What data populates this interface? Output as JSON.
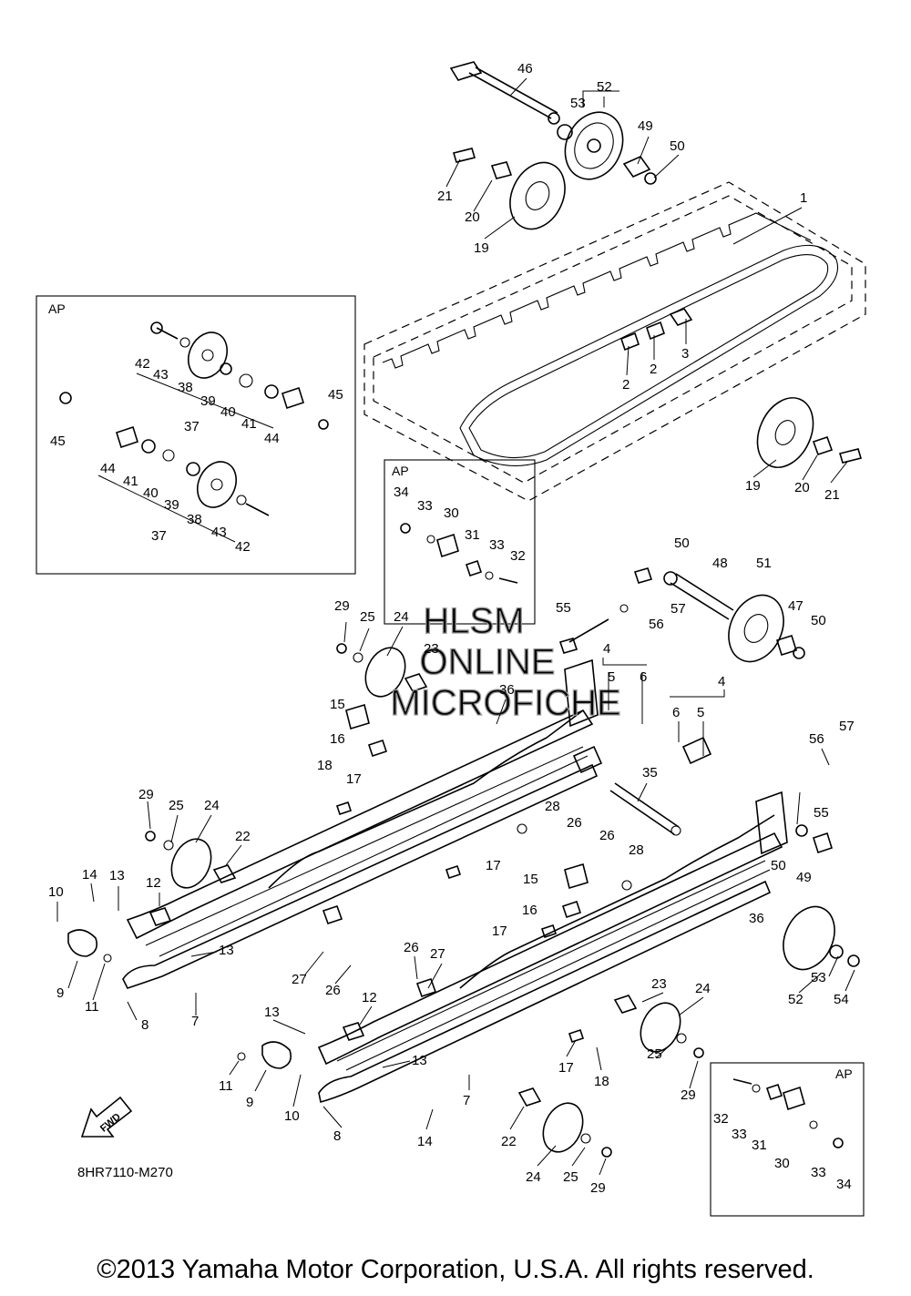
{
  "diagram_code": "8HR7110-M270",
  "copyright": "©2013 Yamaha Motor Corporation, U.S.A. All rights reserved.",
  "watermark": [
    "HLSM",
    "ONLINE",
    "MICROFICHE"
  ],
  "fwd_label": "FWD",
  "ap_label": "AP",
  "part_numbers": {
    "p46": "46",
    "p52a": "52",
    "p53a": "53",
    "p49a": "49",
    "p50a": "50",
    "p1": "1",
    "p21a": "21",
    "p20a": "20",
    "p19a": "19",
    "p3": "3",
    "p2a": "2",
    "p2b": "2",
    "p19b": "19",
    "p20b": "20",
    "p21b": "21",
    "ap1_42a": "42",
    "ap1_43a": "43",
    "ap1_38a": "38",
    "ap1_39a": "39",
    "ap1_40a": "40",
    "ap1_41a": "41",
    "ap1_37a": "37",
    "ap1_44a": "44",
    "ap1_45a": "45",
    "ap1_45b": "45",
    "ap1_44b": "44",
    "ap1_41b": "41",
    "ap1_40b": "40",
    "ap1_39b": "39",
    "ap1_38b": "38",
    "ap1_37b": "37",
    "ap1_43b": "43",
    "ap1_42b": "42",
    "ap2_34": "34",
    "ap2_33a": "33",
    "ap2_30": "30",
    "ap2_31": "31",
    "ap2_33b": "33",
    "ap2_32": "32",
    "p50b": "50",
    "p48": "48",
    "p51": "51",
    "p55a": "55",
    "p57a": "57",
    "p56a": "56",
    "p47": "47",
    "p50c": "50",
    "p29a": "29",
    "p25a": "25",
    "p24a": "24",
    "p23a": "23",
    "p36a": "36",
    "p4a": "4",
    "p5a": "5",
    "p6a": "6",
    "p4b": "4",
    "p6b": "6",
    "p5b": "5",
    "p15a": "15",
    "p16a": "16",
    "p18a": "18",
    "p17a": "17",
    "p56b": "56",
    "p57b": "57",
    "p55b": "55",
    "p35": "35",
    "p29b": "29",
    "p25b": "25",
    "p24b": "24",
    "p22a": "22",
    "p28a": "28",
    "p26a": "26",
    "p17b": "17",
    "p26b": "26",
    "p28b": "28",
    "p15b": "15",
    "p50d": "50",
    "p49b": "49",
    "p36b": "36",
    "p14a": "14",
    "p13a": "13",
    "p10a": "10",
    "p12a": "12",
    "p13b": "13",
    "p9a": "9",
    "p11a": "11",
    "p8a": "8",
    "p7a": "7",
    "p27a": "27",
    "p26c": "26",
    "p16b": "16",
    "p17c": "17",
    "p26d": "26",
    "p27b": "27",
    "p12b": "12",
    "p13c": "13",
    "p13d": "13",
    "p53b": "53",
    "p54": "54",
    "p52b": "52",
    "p23b": "23",
    "p24c": "24",
    "p11b": "11",
    "p9b": "9",
    "p10b": "10",
    "p8b": "8",
    "p14b": "14",
    "p7b": "7",
    "p17d": "17",
    "p18b": "18",
    "p25c": "25",
    "p29c": "29",
    "p22b": "22",
    "p24d": "24",
    "p25d": "25",
    "p29d": "29",
    "ap3_32": "32",
    "ap3_33a": "33",
    "ap3_31": "31",
    "ap3_30": "30",
    "ap3_33b": "33",
    "ap3_34": "34"
  }
}
